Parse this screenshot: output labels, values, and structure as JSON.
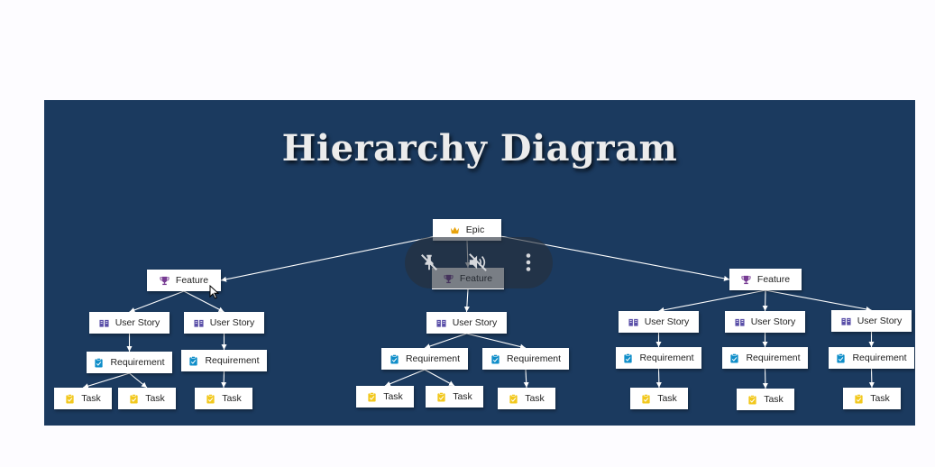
{
  "title": "Hierarchy Diagram",
  "colors": {
    "slide_background": "#1b3a5f",
    "epic": "#e8a30c",
    "feature": "#773b93",
    "user_story": "#5a4fa8",
    "requirement": "#0f8ec9",
    "task": "#f2c81d"
  },
  "nodes": {
    "epic": {
      "label": "Epic",
      "icon": "crown-icon"
    },
    "feature_left": {
      "label": "Feature",
      "icon": "trophy-icon"
    },
    "feature_center": {
      "label": "Feature",
      "icon": "trophy-icon"
    },
    "feature_right": {
      "label": "Feature",
      "icon": "trophy-icon"
    },
    "story_l1": {
      "label": "User Story",
      "icon": "book-icon"
    },
    "story_l2": {
      "label": "User Story",
      "icon": "book-icon"
    },
    "story_c1": {
      "label": "User Story",
      "icon": "book-icon"
    },
    "story_r1": {
      "label": "User Story",
      "icon": "book-icon"
    },
    "story_r2": {
      "label": "User Story",
      "icon": "book-icon"
    },
    "story_r3": {
      "label": "User Story",
      "icon": "book-icon"
    },
    "req_l1": {
      "label": "Requirement",
      "icon": "clipboard-icon"
    },
    "req_l2": {
      "label": "Requirement",
      "icon": "clipboard-icon"
    },
    "req_c1": {
      "label": "Requirement",
      "icon": "clipboard-icon"
    },
    "req_c2": {
      "label": "Requirement",
      "icon": "clipboard-icon"
    },
    "req_r1": {
      "label": "Requirement",
      "icon": "clipboard-icon"
    },
    "req_r2": {
      "label": "Requirement",
      "icon": "clipboard-icon"
    },
    "req_r3": {
      "label": "Requirement",
      "icon": "clipboard-icon"
    },
    "task_l1": {
      "label": "Task",
      "icon": "task-icon"
    },
    "task_l2": {
      "label": "Task",
      "icon": "task-icon"
    },
    "task_l3": {
      "label": "Task",
      "icon": "task-icon"
    },
    "task_c1": {
      "label": "Task",
      "icon": "task-icon"
    },
    "task_c2": {
      "label": "Task",
      "icon": "task-icon"
    },
    "task_c3": {
      "label": "Task",
      "icon": "task-icon"
    },
    "task_r1": {
      "label": "Task",
      "icon": "task-icon"
    },
    "task_r2": {
      "label": "Task",
      "icon": "task-icon"
    },
    "task_r3": {
      "label": "Task",
      "icon": "task-icon"
    }
  },
  "edges": [
    [
      "epic",
      "feature_left"
    ],
    [
      "epic",
      "feature_center"
    ],
    [
      "epic",
      "feature_right"
    ],
    [
      "feature_left",
      "story_l1"
    ],
    [
      "feature_left",
      "story_l2"
    ],
    [
      "story_l1",
      "req_l1"
    ],
    [
      "story_l2",
      "req_l2"
    ],
    [
      "req_l1",
      "task_l1"
    ],
    [
      "req_l1",
      "task_l2"
    ],
    [
      "req_l2",
      "task_l3"
    ],
    [
      "feature_center",
      "story_c1"
    ],
    [
      "story_c1",
      "req_c1"
    ],
    [
      "story_c1",
      "req_c2"
    ],
    [
      "req_c1",
      "task_c1"
    ],
    [
      "req_c1",
      "task_c2"
    ],
    [
      "req_c2",
      "task_c3"
    ],
    [
      "feature_right",
      "story_r1"
    ],
    [
      "feature_right",
      "story_r2"
    ],
    [
      "feature_right",
      "story_r3"
    ],
    [
      "story_r1",
      "req_r1"
    ],
    [
      "story_r2",
      "req_r2"
    ],
    [
      "story_r3",
      "req_r3"
    ],
    [
      "req_r1",
      "task_r1"
    ],
    [
      "req_r2",
      "task_r2"
    ],
    [
      "req_r3",
      "task_r3"
    ]
  ],
  "overlay_toolbar": {
    "buttons": [
      {
        "icon": "unpin-icon"
      },
      {
        "icon": "mute-icon"
      },
      {
        "icon": "more-options-icon"
      }
    ]
  }
}
